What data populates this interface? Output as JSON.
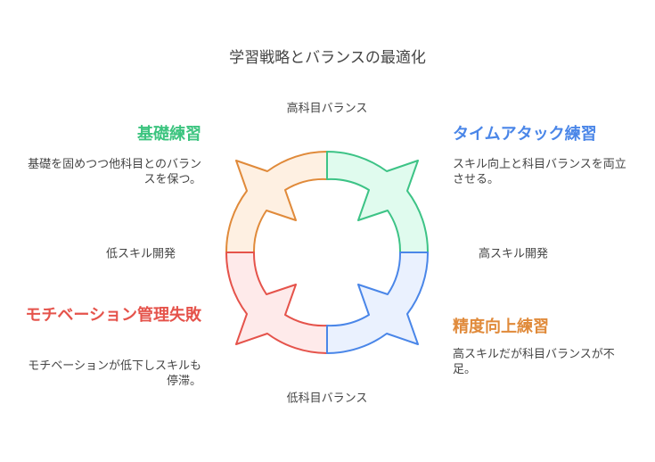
{
  "title": "学習戦略とバランスの最適化",
  "axis_labels": {
    "top": "高科目バランス",
    "bottom": "低科目バランス",
    "left": "低スキル開発",
    "right": "高スキル開発"
  },
  "quadrants": [
    {
      "id": "top-left",
      "title": "基礎練習",
      "description": "基礎を固めつつ他科目とのバランスを保つ。",
      "color": "#3cc47f",
      "fill": "#fef0e2",
      "stroke": "#e08a3a"
    },
    {
      "id": "top-right",
      "title": "タイムアタック練習",
      "description": "スキル向上と科目バランスを両立させる。",
      "color": "#4a86e8",
      "fill": "#e0fbee",
      "stroke": "#3dc386"
    },
    {
      "id": "bottom-right",
      "title": "精度向上練習",
      "description": "高スキルだが科目バランスが不足。",
      "color": "#e08a3a",
      "fill": "#eaf1fe",
      "stroke": "#4a86e8"
    },
    {
      "id": "bottom-left",
      "title": "モチベーション管理失敗",
      "description": "モチベーションが低下しスキルも停滞。",
      "color": "#e5534b",
      "fill": "#feeaea",
      "stroke": "#e5534b"
    }
  ]
}
